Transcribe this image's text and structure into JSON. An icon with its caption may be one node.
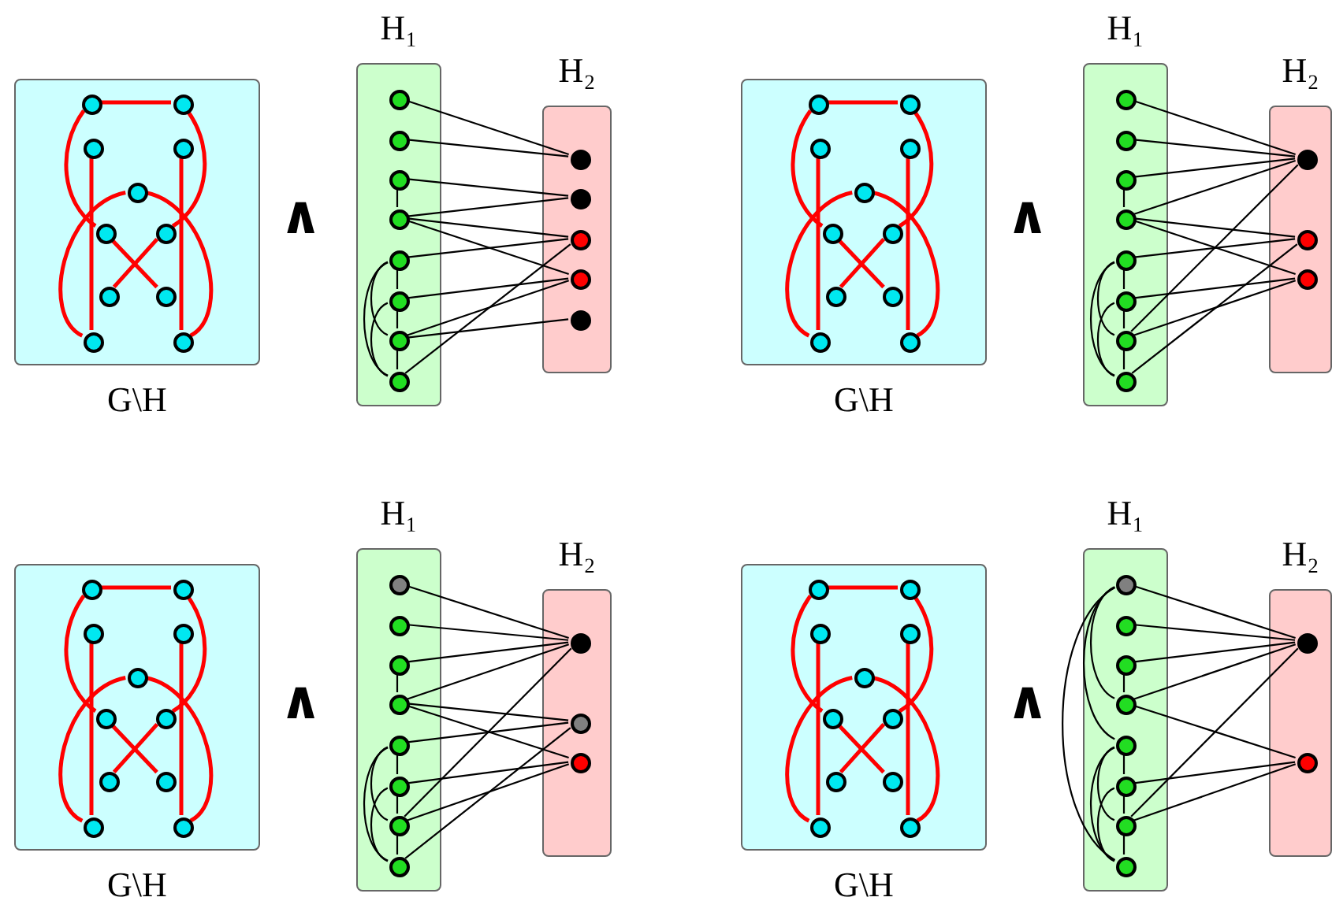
{
  "diagram": {
    "nodes": [
      {
        "text": [
          "G\\H"
        ]
      },
      {
        "text": [],
        "shape": "circle",
        "in": 0
      },
      {
        "text": [],
        "shape": "circle",
        "in": 0
      },
      {
        "text": [],
        "shape": "circle",
        "in": 0
      },
      {
        "text": [],
        "shape": "circle",
        "in": 0
      },
      {
        "text": [],
        "shape": "circle",
        "in": 0
      },
      {
        "text": [],
        "shape": "circle",
        "in": 0
      },
      {
        "text": [],
        "shape": "circle",
        "in": 0
      },
      {
        "text": [],
        "shape": "circle",
        "in": 0
      },
      {
        "text": [],
        "shape": "circle",
        "in": 0
      },
      {
        "text": [],
        "shape": "circle",
        "in": 0
      },
      {
        "text": [],
        "shape": "circle",
        "in": 0
      },
      {
        "text": [
          "H₁"
        ]
      },
      {
        "text": [],
        "shape": "circle",
        "in": 12
      },
      {
        "text": [],
        "shape": "circle",
        "in": 12
      },
      {
        "text": [],
        "shape": "circle",
        "in": 12
      },
      {
        "text": [],
        "shape": "circle",
        "in": 12
      },
      {
        "text": [],
        "shape": "circle",
        "in": 12
      },
      {
        "text": [],
        "shape": "circle",
        "in": 12
      },
      {
        "text": [],
        "shape": "circle",
        "in": 12
      },
      {
        "text": [],
        "shape": "circle",
        "in": 12
      },
      {
        "text": [
          "H₂"
        ]
      },
      {
        "text": [],
        "shape": "circle",
        "in": 21
      },
      {
        "text": [],
        "shape": "circle",
        "in": 21
      },
      {
        "text": [],
        "shape": "circle",
        "in": 21
      },
      {
        "text": [],
        "shape": "circle",
        "in": 21
      },
      {
        "text": [],
        "shape": "circle",
        "in": 21
      },
      {
        "text": [
          "G\\H"
        ]
      },
      {
        "text": [],
        "shape": "circle",
        "in": 27
      },
      {
        "text": [],
        "shape": "circle",
        "in": 27
      },
      {
        "text": [],
        "shape": "circle",
        "in": 27
      },
      {
        "text": [],
        "shape": "circle",
        "in": 27
      },
      {
        "text": [],
        "shape": "circle",
        "in": 27
      },
      {
        "text": [],
        "shape": "circle",
        "in": 27
      },
      {
        "text": [],
        "shape": "circle",
        "in": 27
      },
      {
        "text": [],
        "shape": "circle",
        "in": 27
      },
      {
        "text": [],
        "shape": "circle",
        "in": 27
      },
      {
        "text": [],
        "shape": "circle",
        "in": 27
      },
      {
        "text": [],
        "shape": "circle",
        "in": 27
      },
      {
        "text": [
          "H₁"
        ]
      },
      {
        "text": [],
        "shape": "circle",
        "in": 39
      },
      {
        "text": [],
        "shape": "circle",
        "in": 39
      },
      {
        "text": [],
        "shape": "circle",
        "in": 39
      },
      {
        "text": [],
        "shape": "circle",
        "in": 39
      },
      {
        "text": [],
        "shape": "circle",
        "in": 39
      },
      {
        "text": [],
        "shape": "circle",
        "in": 39
      },
      {
        "text": [],
        "shape": "circle",
        "in": 39
      },
      {
        "text": [],
        "shape": "circle",
        "in": 39
      },
      {
        "text": [
          "H₂"
        ]
      },
      {
        "text": [],
        "shape": "circle",
        "in": 48
      },
      {
        "text": [],
        "shape": "circle",
        "in": 48
      },
      {
        "text": [],
        "shape": "circle",
        "in": 48
      },
      {
        "text": [
          "G\\H"
        ]
      },
      {
        "text": [],
        "shape": "circle",
        "in": 52
      },
      {
        "text": [],
        "shape": "circle",
        "in": 52
      },
      {
        "text": [],
        "shape": "circle",
        "in": 52
      },
      {
        "text": [],
        "shape": "circle",
        "in": 52
      },
      {
        "text": [],
        "shape": "circle",
        "in": 52
      },
      {
        "text": [],
        "shape": "circle",
        "in": 52
      },
      {
        "text": [],
        "shape": "circle",
        "in": 52
      },
      {
        "text": [],
        "shape": "circle",
        "in": 52
      },
      {
        "text": [],
        "shape": "circle",
        "in": 52
      },
      {
        "text": [],
        "shape": "circle",
        "in": 52
      },
      {
        "text": [],
        "shape": "circle",
        "in": 52
      },
      {
        "text": [
          "H₁"
        ]
      },
      {
        "text": [],
        "shape": "circle",
        "in": 64
      },
      {
        "text": [],
        "shape": "circle",
        "in": 64
      },
      {
        "text": [],
        "shape": "circle",
        "in": 64
      },
      {
        "text": [],
        "shape": "circle",
        "in": 64
      },
      {
        "text": [],
        "shape": "circle",
        "in": 64
      },
      {
        "text": [],
        "shape": "circle",
        "in": 64
      },
      {
        "text": [],
        "shape": "circle",
        "in": 64
      },
      {
        "text": [],
        "shape": "circle",
        "in": 64
      },
      {
        "text": [
          "H₂"
        ]
      },
      {
        "text": [],
        "shape": "circle",
        "in": 73
      },
      {
        "text": [],
        "shape": "circle",
        "in": 73
      },
      {
        "text": [],
        "shape": "circle",
        "in": 73
      },
      {
        "text": [
          "G\\H"
        ]
      },
      {
        "text": [],
        "shape": "circle",
        "in": 77
      },
      {
        "text": [],
        "shape": "circle",
        "in": 77
      },
      {
        "text": [],
        "shape": "circle",
        "in": 77
      },
      {
        "text": [],
        "shape": "circle",
        "in": 77
      },
      {
        "text": [],
        "shape": "circle",
        "in": 77
      },
      {
        "text": [],
        "shape": "circle",
        "in": 77
      },
      {
        "text": [],
        "shape": "circle",
        "in": 77
      },
      {
        "text": [],
        "shape": "circle",
        "in": 77
      },
      {
        "text": [],
        "shape": "circle",
        "in": 77
      },
      {
        "text": [],
        "shape": "circle",
        "in": 77
      },
      {
        "text": [],
        "shape": "circle",
        "in": 77
      },
      {
        "text": [
          "H₁"
        ]
      },
      {
        "text": [],
        "shape": "circle",
        "in": 89
      },
      {
        "text": [],
        "shape": "circle",
        "in": 89
      },
      {
        "text": [],
        "shape": "circle",
        "in": 89
      },
      {
        "text": [],
        "shape": "circle",
        "in": 89
      },
      {
        "text": [],
        "shape": "circle",
        "in": 89
      },
      {
        "text": [],
        "shape": "circle",
        "in": 89
      },
      {
        "text": [],
        "shape": "circle",
        "in": 89
      },
      {
        "text": [],
        "shape": "circle",
        "in": 89
      },
      {
        "text": [
          "H₂"
        ]
      },
      {
        "text": [],
        "shape": "circle",
        "in": 98
      },
      {
        "text": [],
        "shape": "circle",
        "in": 98
      }
    ],
    "edges": [
      {
        "from": 1,
        "to": 2,
        "arrow": "none",
        "color": "#ff0000"
      },
      {
        "from": 1,
        "to": 6,
        "arrow": "none",
        "color": "#ff0000"
      },
      {
        "from": 2,
        "to": 7,
        "arrow": "none",
        "color": "#ff0000"
      },
      {
        "from": 3,
        "to": 10,
        "arrow": "none",
        "color": "#ff0000"
      },
      {
        "from": 4,
        "to": 11,
        "arrow": "none",
        "color": "#ff0000"
      },
      {
        "from": 5,
        "to": 10,
        "arrow": "none",
        "color": "#ff0000"
      },
      {
        "from": 5,
        "to": 11,
        "arrow": "none",
        "color": "#ff0000"
      },
      {
        "from": 6,
        "to": 9,
        "arrow": "none",
        "color": "#ff0000"
      },
      {
        "from": 7,
        "to": 8,
        "arrow": "none",
        "color": "#ff0000"
      },
      {
        "from": 15,
        "to": 16,
        "arrow": "none"
      },
      {
        "from": 17,
        "to": 18,
        "arrow": "none"
      },
      {
        "from": 18,
        "to": 19,
        "arrow": "none"
      },
      {
        "from": 19,
        "to": 20,
        "arrow": "none"
      },
      {
        "from": 17,
        "to": 19,
        "arrow": "none"
      },
      {
        "from": 17,
        "to": 20,
        "arrow": "none"
      },
      {
        "from": 18,
        "to": 20,
        "arrow": "none"
      },
      {
        "from": 13,
        "to": 22,
        "arrow": "none"
      },
      {
        "from": 14,
        "to": 22,
        "arrow": "none"
      },
      {
        "from": 15,
        "to": 23,
        "arrow": "none"
      },
      {
        "from": 16,
        "to": 23,
        "arrow": "none"
      },
      {
        "from": 16,
        "to": 24,
        "arrow": "none"
      },
      {
        "from": 16,
        "to": 25,
        "arrow": "none"
      },
      {
        "from": 17,
        "to": 24,
        "arrow": "none"
      },
      {
        "from": 18,
        "to": 25,
        "arrow": "none"
      },
      {
        "from": 19,
        "to": 25,
        "arrow": "none"
      },
      {
        "from": 19,
        "to": 26,
        "arrow": "none"
      },
      {
        "from": 20,
        "to": 24,
        "arrow": "none"
      },
      {
        "from": 28,
        "to": 29,
        "arrow": "none",
        "color": "#ff0000"
      },
      {
        "from": 28,
        "to": 33,
        "arrow": "none",
        "color": "#ff0000"
      },
      {
        "from": 29,
        "to": 34,
        "arrow": "none",
        "color": "#ff0000"
      },
      {
        "from": 30,
        "to": 37,
        "arrow": "none",
        "color": "#ff0000"
      },
      {
        "from": 31,
        "to": 38,
        "arrow": "none",
        "color": "#ff0000"
      },
      {
        "from": 32,
        "to": 37,
        "arrow": "none",
        "color": "#ff0000"
      },
      {
        "from": 32,
        "to": 38,
        "arrow": "none",
        "color": "#ff0000"
      },
      {
        "from": 33,
        "to": 36,
        "arrow": "none",
        "color": "#ff0000"
      },
      {
        "from": 34,
        "to": 35,
        "arrow": "none",
        "color": "#ff0000"
      },
      {
        "from": 42,
        "to": 43,
        "arrow": "none"
      },
      {
        "from": 44,
        "to": 45,
        "arrow": "none"
      },
      {
        "from": 45,
        "to": 46,
        "arrow": "none"
      },
      {
        "from": 46,
        "to": 47,
        "arrow": "none"
      },
      {
        "from": 44,
        "to": 46,
        "arrow": "none"
      },
      {
        "from": 44,
        "to": 47,
        "arrow": "none"
      },
      {
        "from": 45,
        "to": 47,
        "arrow": "none"
      },
      {
        "from": 40,
        "to": 49,
        "arrow": "none"
      },
      {
        "from": 41,
        "to": 49,
        "arrow": "none"
      },
      {
        "from": 42,
        "to": 49,
        "arrow": "none"
      },
      {
        "from": 43,
        "to": 49,
        "arrow": "none"
      },
      {
        "from": 46,
        "to": 49,
        "arrow": "none"
      },
      {
        "from": 43,
        "to": 50,
        "arrow": "none"
      },
      {
        "from": 43,
        "to": 51,
        "arrow": "none"
      },
      {
        "from": 44,
        "to": 50,
        "arrow": "none"
      },
      {
        "from": 45,
        "to": 51,
        "arrow": "none"
      },
      {
        "from": 46,
        "to": 51,
        "arrow": "none"
      },
      {
        "from": 47,
        "to": 50,
        "arrow": "none"
      },
      {
        "from": 53,
        "to": 54,
        "arrow": "none",
        "color": "#ff0000"
      },
      {
        "from": 53,
        "to": 58,
        "arrow": "none",
        "color": "#ff0000"
      },
      {
        "from": 54,
        "to": 59,
        "arrow": "none",
        "color": "#ff0000"
      },
      {
        "from": 55,
        "to": 62,
        "arrow": "none",
        "color": "#ff0000"
      },
      {
        "from": 56,
        "to": 63,
        "arrow": "none",
        "color": "#ff0000"
      },
      {
        "from": 57,
        "to": 62,
        "arrow": "none",
        "color": "#ff0000"
      },
      {
        "from": 57,
        "to": 63,
        "arrow": "none",
        "color": "#ff0000"
      },
      {
        "from": 58,
        "to": 61,
        "arrow": "none",
        "color": "#ff0000"
      },
      {
        "from": 59,
        "to": 60,
        "arrow": "none",
        "color": "#ff0000"
      },
      {
        "from": 67,
        "to": 68,
        "arrow": "none"
      },
      {
        "from": 69,
        "to": 70,
        "arrow": "none"
      },
      {
        "from": 70,
        "to": 71,
        "arrow": "none"
      },
      {
        "from": 71,
        "to": 72,
        "arrow": "none"
      },
      {
        "from": 69,
        "to": 71,
        "arrow": "none"
      },
      {
        "from": 69,
        "to": 72,
        "arrow": "none"
      },
      {
        "from": 70,
        "to": 72,
        "arrow": "none"
      },
      {
        "from": 65,
        "to": 74,
        "arrow": "none"
      },
      {
        "from": 66,
        "to": 74,
        "arrow": "none"
      },
      {
        "from": 67,
        "to": 74,
        "arrow": "none"
      },
      {
        "from": 68,
        "to": 74,
        "arrow": "none"
      },
      {
        "from": 71,
        "to": 74,
        "arrow": "none"
      },
      {
        "from": 68,
        "to": 75,
        "arrow": "none"
      },
      {
        "from": 68,
        "to": 76,
        "arrow": "none"
      },
      {
        "from": 69,
        "to": 75,
        "arrow": "none"
      },
      {
        "from": 70,
        "to": 76,
        "arrow": "none"
      },
      {
        "from": 71,
        "to": 76,
        "arrow": "none"
      },
      {
        "from": 72,
        "to": 75,
        "arrow": "none"
      },
      {
        "from": 78,
        "to": 79,
        "arrow": "none",
        "color": "#ff0000"
      },
      {
        "from": 78,
        "to": 83,
        "arrow": "none",
        "color": "#ff0000"
      },
      {
        "from": 79,
        "to": 84,
        "arrow": "none",
        "color": "#ff0000"
      },
      {
        "from": 80,
        "to": 87,
        "arrow": "none",
        "color": "#ff0000"
      },
      {
        "from": 81,
        "to": 88,
        "arrow": "none",
        "color": "#ff0000"
      },
      {
        "from": 82,
        "to": 87,
        "arrow": "none",
        "color": "#ff0000"
      },
      {
        "from": 82,
        "to": 88,
        "arrow": "none",
        "color": "#ff0000"
      },
      {
        "from": 83,
        "to": 86,
        "arrow": "none",
        "color": "#ff0000"
      },
      {
        "from": 84,
        "to": 85,
        "arrow": "none",
        "color": "#ff0000"
      },
      {
        "from": 92,
        "to": 93,
        "arrow": "none"
      },
      {
        "from": 94,
        "to": 95,
        "arrow": "none"
      },
      {
        "from": 95,
        "to": 96,
        "arrow": "none"
      },
      {
        "from": 96,
        "to": 97,
        "arrow": "none"
      },
      {
        "from": 90,
        "to": 93,
        "arrow": "none"
      },
      {
        "from": 90,
        "to": 94,
        "arrow": "none"
      },
      {
        "from": 90,
        "to": 97,
        "arrow": "none"
      },
      {
        "from": 94,
        "to": 96,
        "arrow": "none"
      },
      {
        "from": 94,
        "to": 97,
        "arrow": "none"
      },
      {
        "from": 95,
        "to": 97,
        "arrow": "none"
      },
      {
        "from": 90,
        "to": 99,
        "arrow": "none"
      },
      {
        "from": 91,
        "to": 99,
        "arrow": "none"
      },
      {
        "from": 92,
        "to": 99,
        "arrow": "none"
      },
      {
        "from": 93,
        "to": 99,
        "arrow": "none"
      },
      {
        "from": 96,
        "to": 99,
        "arrow": "none"
      },
      {
        "from": 93,
        "to": 100,
        "arrow": "none"
      },
      {
        "from": 95,
        "to": 100,
        "arrow": "none"
      },
      {
        "from": 96,
        "to": 100,
        "arrow": "none"
      }
    ],
    "labels": [
      "∧",
      "∧",
      "∧",
      "∧"
    ]
  }
}
